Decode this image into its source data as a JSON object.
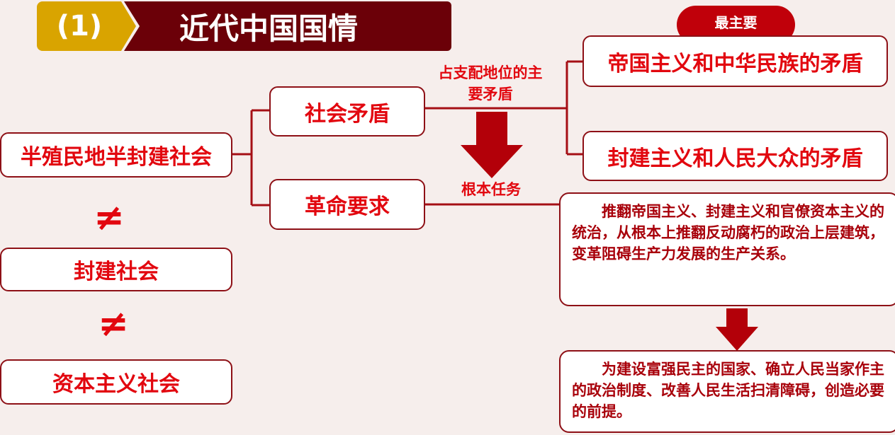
{
  "header": {
    "number": "(1)",
    "title": "近代中国国情"
  },
  "left": {
    "society": "半殖民地半封建社会",
    "neq_symbol": "≠",
    "feudal": "封建社会",
    "capitalist": "资本主义社会"
  },
  "middle": {
    "contradiction": "社会矛盾",
    "revolution": "革命要求",
    "dominant_label": "占支配地位的主要矛盾",
    "task_label": "根本任务"
  },
  "right": {
    "badge": "最主要",
    "contradiction_1": "帝国主义和中华民族的矛盾",
    "contradiction_2": "封建主义和人民大众的矛盾",
    "task_text": "推翻帝国主义、封建主义和官僚资本主义的统治，从根本上推翻反动腐朽的政治上层建筑，变革阻碍生产力发展的生产关系。",
    "result_text": "为建设富强民主的国家、确立人民当家作主的政治制度、改善人民生活扫清障碍，创造必要的前提。"
  },
  "colors": {
    "gold": "#d9a400",
    "maroon": "#6b0008",
    "red": "#e2070f",
    "arrow": "#b30009"
  }
}
